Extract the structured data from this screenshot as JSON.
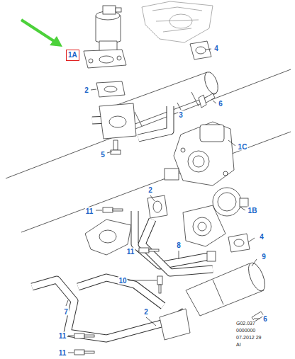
{
  "diagram": {
    "nodes": [
      {
        "text": [
          "1A"
        ]
      }
    ],
    "labels": [
      "4",
      "2",
      "3",
      "6",
      "5",
      "1C",
      "2",
      "1B",
      "11",
      "4",
      "8",
      "9",
      "11",
      "10",
      "2",
      "7",
      "6",
      "11",
      "11",
      "G02.037",
      "0000000",
      "07-2012 29",
      "AI"
    ]
  }
}
